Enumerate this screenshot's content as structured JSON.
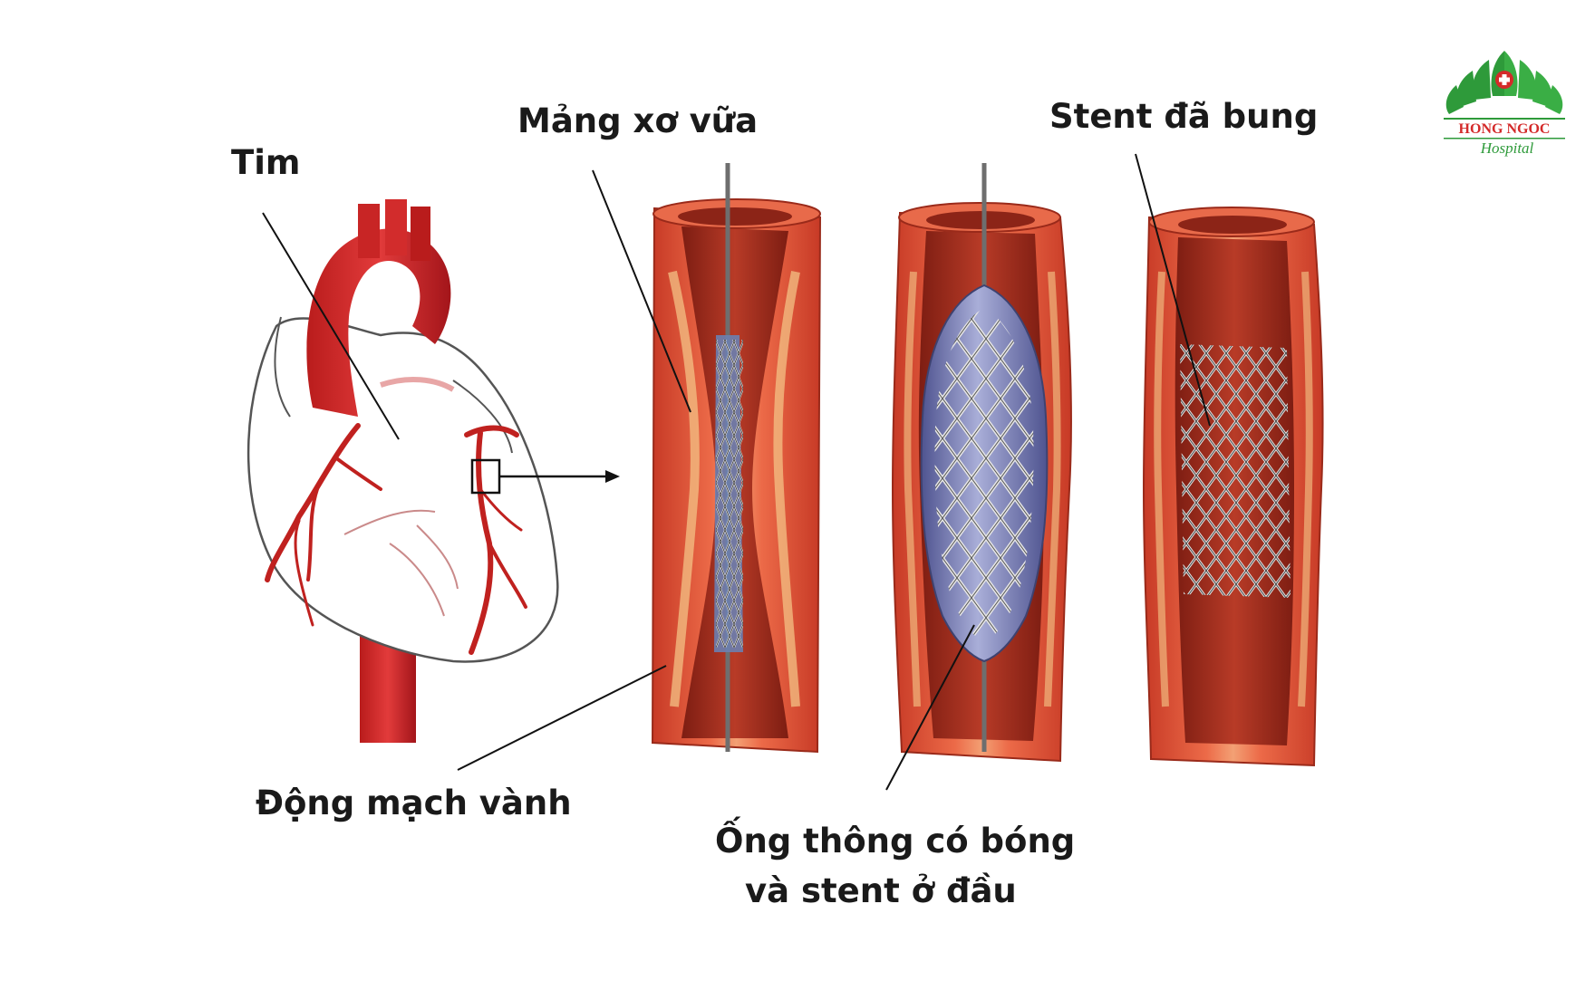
{
  "labels": {
    "heart": "Tim",
    "plaque": "Mảng xơ vữa",
    "expanded_stent": "Stent đã bung",
    "coronary_artery": "Động mạch vành",
    "balloon_catheter_line1": "Ống thông có bóng",
    "balloon_catheter_line2": "và stent ở đầu"
  },
  "logo": {
    "name": "HONG NGOC",
    "sub": "Hospital"
  },
  "colors": {
    "artery_red": "#d8312a",
    "vessel_wall": "#e2553a",
    "plaque_yellow": "#f2c77a",
    "lumen": "#a9301f",
    "balloon": "#7f86b8",
    "stent": "#d9d9d9",
    "logo_green": "#2e9a3a",
    "logo_red": "#d42a2a"
  }
}
